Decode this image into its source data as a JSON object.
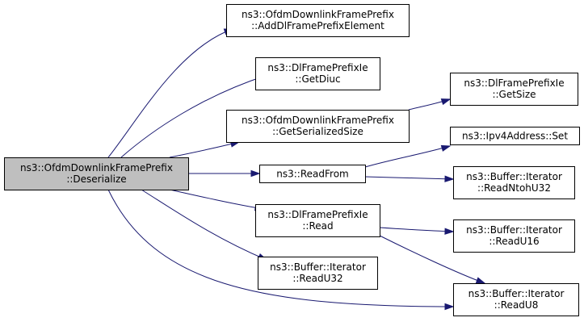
{
  "graph": {
    "colors": {
      "edge": "#191970",
      "root_fill": "#bfbfbf",
      "node_fill": "#ffffff",
      "border": "#000000"
    },
    "nodes": [
      {
        "id": "root",
        "line1": "ns3::OfdmDownlinkFramePrefix",
        "line2": "::Deserialize",
        "root": true
      },
      {
        "id": "addDlFramePrefixElement",
        "line1": "ns3::OfdmDownlinkFramePrefix",
        "line2": "::AddDlFramePrefixElement"
      },
      {
        "id": "getDiuc",
        "line1": "ns3::DlFramePrefixIe",
        "line2": "::GetDiuc"
      },
      {
        "id": "getSerializedSize",
        "line1": "ns3::OfdmDownlinkFramePrefix",
        "line2": "::GetSerializedSize"
      },
      {
        "id": "readFrom",
        "line1": "ns3::ReadFrom",
        "line2": ""
      },
      {
        "id": "dlRead",
        "line1": "ns3::DlFramePrefixIe",
        "line2": "::Read"
      },
      {
        "id": "readU32",
        "line1": "ns3::Buffer::Iterator",
        "line2": "::ReadU32"
      },
      {
        "id": "dlGetSize",
        "line1": "ns3::DlFramePrefixIe",
        "line2": "::GetSize"
      },
      {
        "id": "ipv4Set",
        "line1": "ns3::Ipv4Address::Set",
        "line2": ""
      },
      {
        "id": "readNtohU32",
        "line1": "ns3::Buffer::Iterator",
        "line2": "::ReadNtohU32"
      },
      {
        "id": "readU16",
        "line1": "ns3::Buffer::Iterator",
        "line2": "::ReadU16"
      },
      {
        "id": "readU8",
        "line1": "ns3::Buffer::Iterator",
        "line2": "::ReadU8"
      }
    ],
    "edges": [
      {
        "from": "root",
        "to": "addDlFramePrefixElement"
      },
      {
        "from": "root",
        "to": "getDiuc"
      },
      {
        "from": "root",
        "to": "getSerializedSize"
      },
      {
        "from": "root",
        "to": "readFrom"
      },
      {
        "from": "root",
        "to": "dlRead"
      },
      {
        "from": "root",
        "to": "readU32"
      },
      {
        "from": "root",
        "to": "readU8"
      },
      {
        "from": "getSerializedSize",
        "to": "dlGetSize"
      },
      {
        "from": "readFrom",
        "to": "ipv4Set"
      },
      {
        "from": "readFrom",
        "to": "readNtohU32"
      },
      {
        "from": "dlRead",
        "to": "readU16"
      },
      {
        "from": "dlRead",
        "to": "readU8"
      }
    ]
  }
}
